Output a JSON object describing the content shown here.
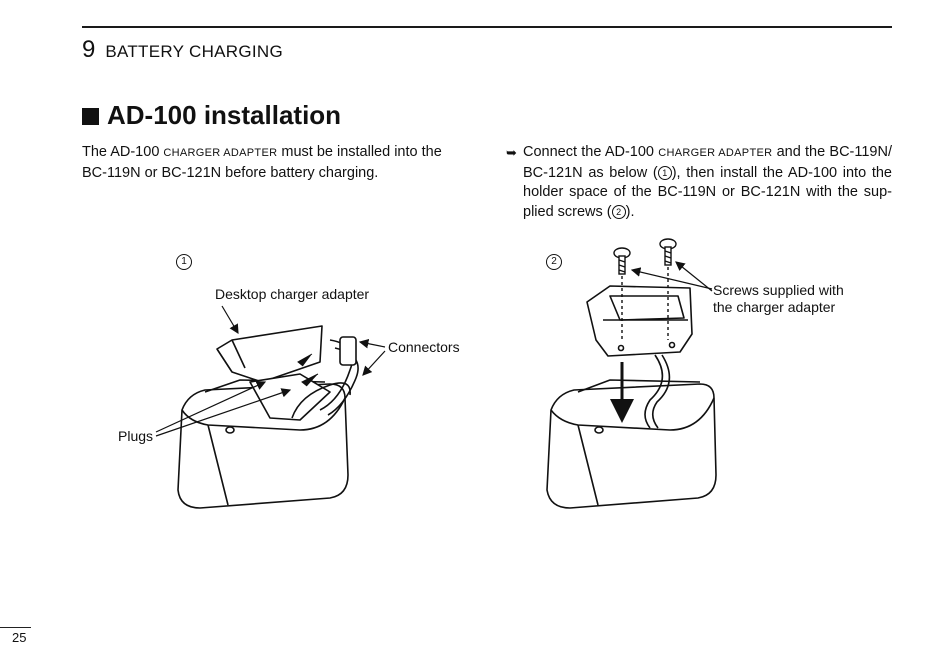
{
  "header": {
    "chapter_number": "9",
    "chapter_title": "BATTERY CHARGING"
  },
  "section": {
    "title": "AD-100 installation"
  },
  "intro": {
    "part1": "The AD-100",
    "smallcaps": "CHARGER ADAPTER",
    "part2": "must be installed into the BC-119N or BC-121N before battery charging."
  },
  "instruction": {
    "bullet": "➥",
    "part1": "Connect the AD-100",
    "smallcaps": "CHARGER ADAPTER",
    "part2": "and the BC-119N/ BC-121N as below (",
    "ref1": "1",
    "part3": "), then install the AD-100 into the holder space of the BC-119N or BC-121N with the sup- plied screws (",
    "ref2": "2",
    "part4": ")."
  },
  "figure1": {
    "number": "1",
    "label_adapter": "Desktop charger adapter",
    "label_connectors": "Connectors",
    "label_plugs": "Plugs"
  },
  "figure2": {
    "number": "2",
    "label_screws_line1": "Screws supplied with",
    "label_screws_line2": "the charger adapter"
  },
  "footer": {
    "page_number": "25"
  }
}
